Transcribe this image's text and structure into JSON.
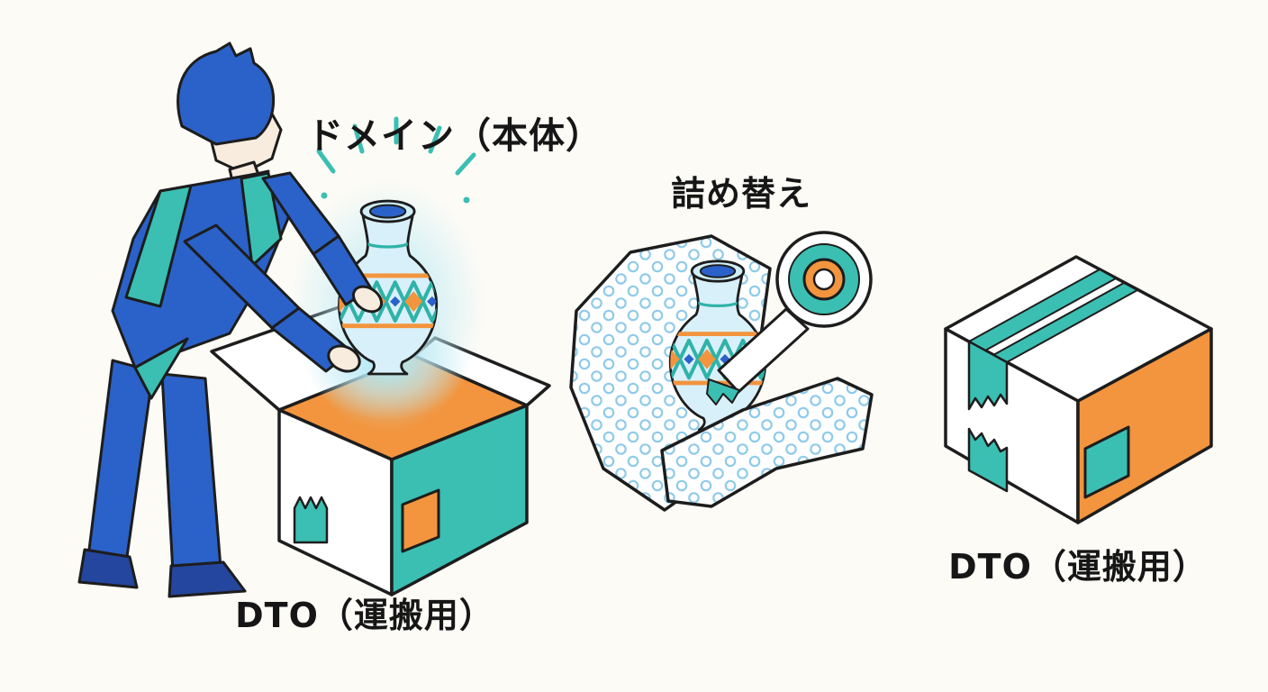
{
  "illustration": {
    "title_concept": "DTO packing metaphor diagram",
    "labels": {
      "domain_body": "ドメイン（本体）",
      "repack": "詰め替え",
      "dto_transport_left": "DTO（運搬用）",
      "dto_transport_right": "DTO（運搬用）"
    },
    "colors": {
      "blue": "#2b62c9",
      "teal": "#3bbfb2",
      "orange": "#f2953e",
      "light_blue": "#d8f0fa",
      "bubble_blue": "#8fcbe9",
      "outline": "#1d1d1d",
      "background": "#fcfbf6",
      "text": "#161616"
    },
    "icons": [
      "packer-person-illustration",
      "glowing-vase-icon",
      "open-box-icon",
      "bubble-wrap-icon",
      "wrapped-vase-icon",
      "tape-roll-icon",
      "sealed-box-icon"
    ]
  }
}
